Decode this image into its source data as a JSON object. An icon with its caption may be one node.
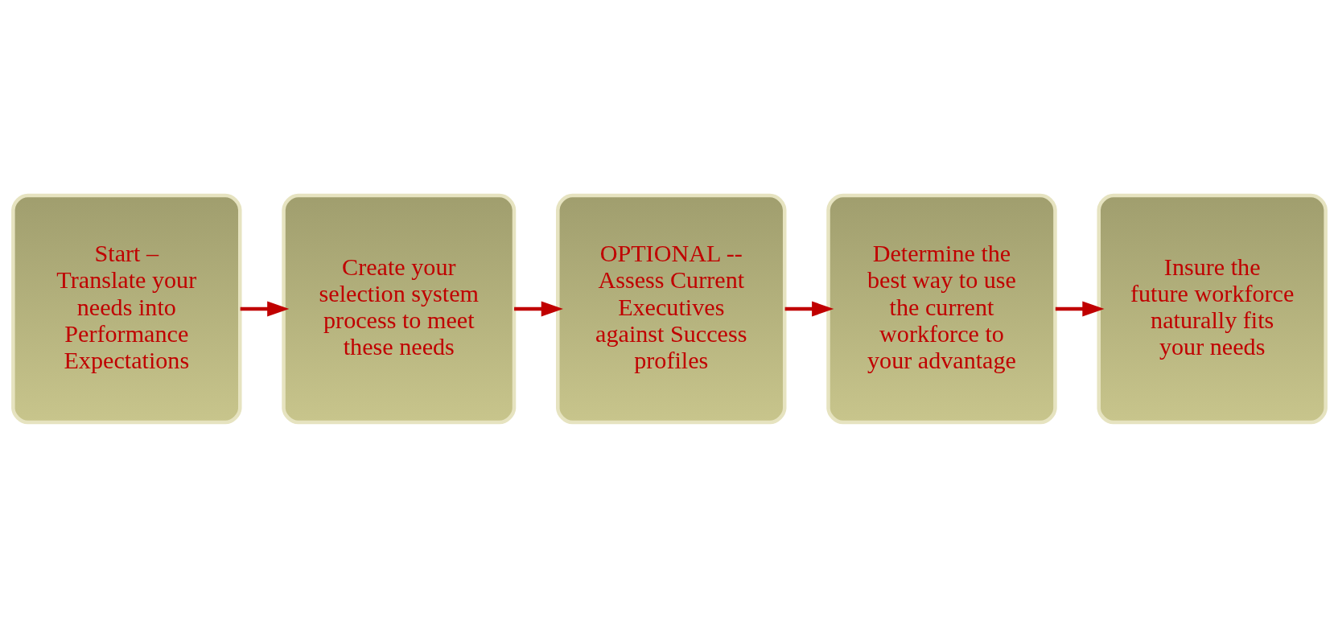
{
  "diagram": {
    "nodes": [
      {
        "text": [
          "Start – Translate your needs into Performance Expectations"
        ]
      },
      {
        "text": [
          "Create your selection system process to meet these needs"
        ]
      },
      {
        "text": [
          "OPTIONAL -- Assess Current Executives against Success profiles"
        ]
      },
      {
        "text": [
          "Determine the best way to use the current workforce to your advantage"
        ]
      },
      {
        "text": [
          "Insure the future workforce naturally fits your needs"
        ]
      }
    ],
    "edges": [
      {
        "from": 0,
        "to": 1,
        "arrow": "to"
      },
      {
        "from": 1,
        "to": 2,
        "arrow": "to"
      },
      {
        "from": 2,
        "to": 3,
        "arrow": "to"
      },
      {
        "from": 3,
        "to": 4,
        "arrow": "to"
      }
    ]
  }
}
